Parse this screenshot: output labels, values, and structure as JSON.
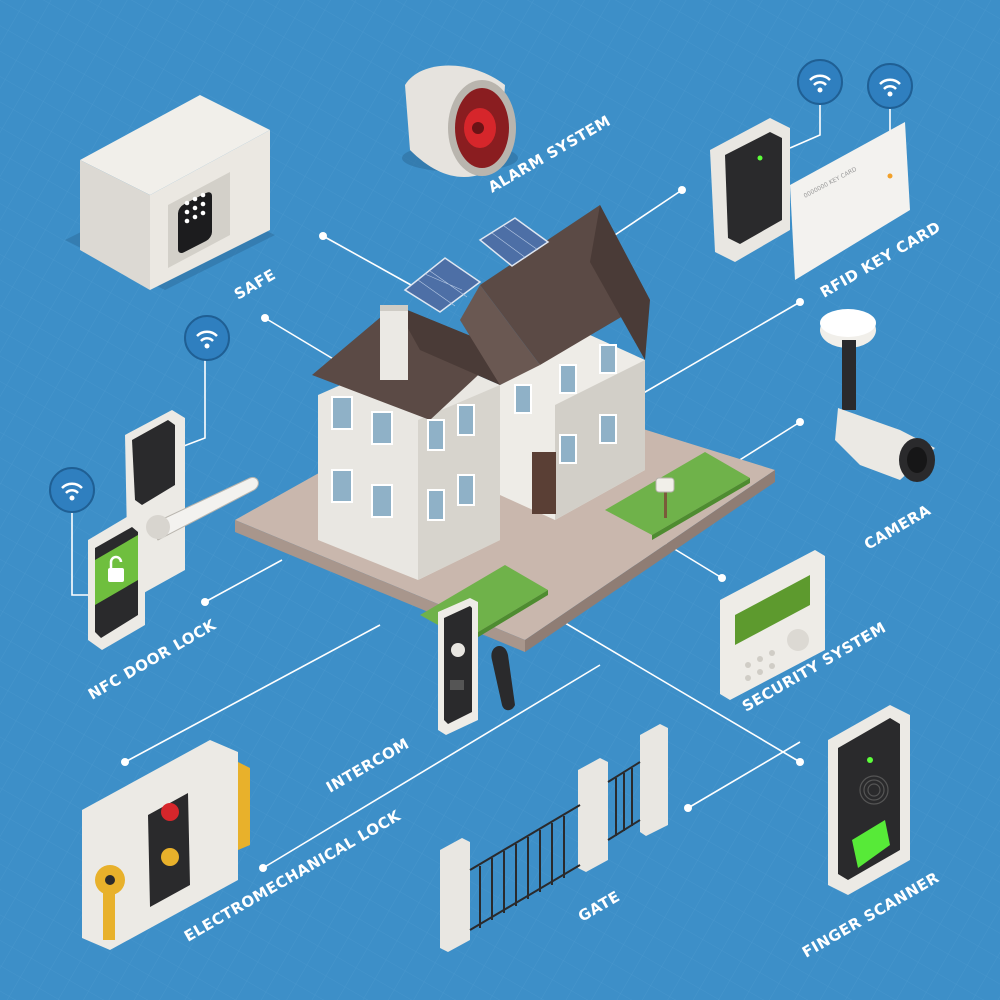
{
  "labels": {
    "alarm_system": "ALARM SYSTEM",
    "safe": "SAFE",
    "rfid_key_card": "RFID KEY CARD",
    "camera": "CAMERA",
    "nfc_door_lock": "NFC DOOR LOCK",
    "security_system": "SECURITY SYSTEM",
    "intercom": "INTERCOM",
    "electromechanical_lock": "ELECTROMECHANICAL LOCK",
    "gate": "GATE",
    "finger_scanner": "FINGER SCANNER"
  },
  "card_text": "0000000 KEY CARD",
  "colors": {
    "background": "#3d8fc8",
    "grid": "#5aa3d6",
    "roof": "#5b4a45",
    "wall": "#e9e7e2",
    "lawn": "#6fb24a",
    "scanner_green": "#5cff3a",
    "alarm_red": "#d6262b",
    "wifi_badge": "#2f7fbf"
  },
  "icons": [
    "wifi-icon",
    "lock-icon",
    "key-icon",
    "fingerprint-icon"
  ]
}
